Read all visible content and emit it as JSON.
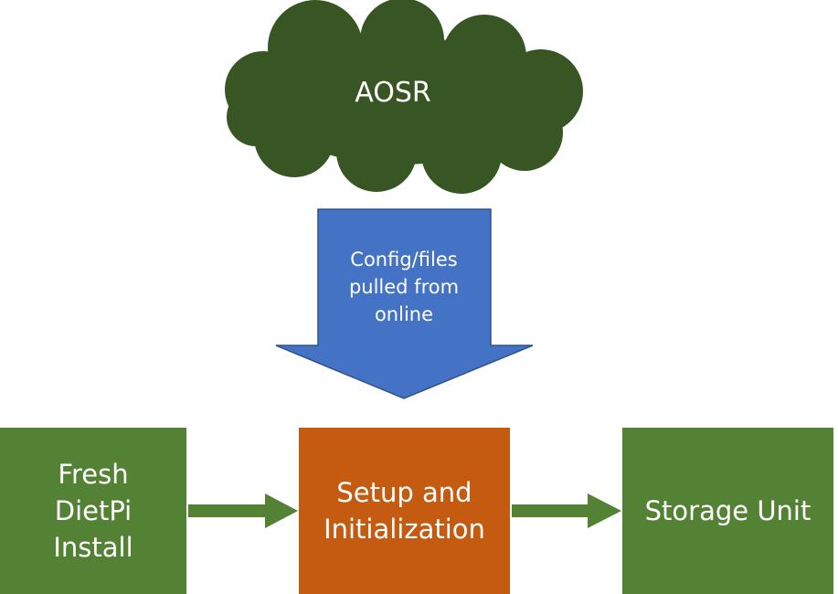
{
  "colors": {
    "cloud_fill": "#375623",
    "cloud_stroke": "#ffffff",
    "download_arrow_fill": "#4472C4",
    "download_arrow_stroke": "#2F528F",
    "green_box_fill": "#548235",
    "orange_box_fill": "#C55A11",
    "connector_fill": "#548235",
    "text": "#FFFFFF"
  },
  "cloud": {
    "label": "AOSR",
    "icon": "cloud-shape"
  },
  "download_arrow": {
    "label": "Config/files\npulled from\nonline",
    "icon": "down-block-arrow"
  },
  "boxes": {
    "fresh_install": {
      "label": "Fresh\nDietPi\nInstall"
    },
    "setup": {
      "label": "Setup and\nInitialization"
    },
    "storage": {
      "label": "Storage Unit"
    }
  },
  "connectors": [
    {
      "from": "fresh_install",
      "to": "setup",
      "icon": "right-block-arrow"
    },
    {
      "from": "setup",
      "to": "storage",
      "icon": "right-block-arrow"
    }
  ]
}
